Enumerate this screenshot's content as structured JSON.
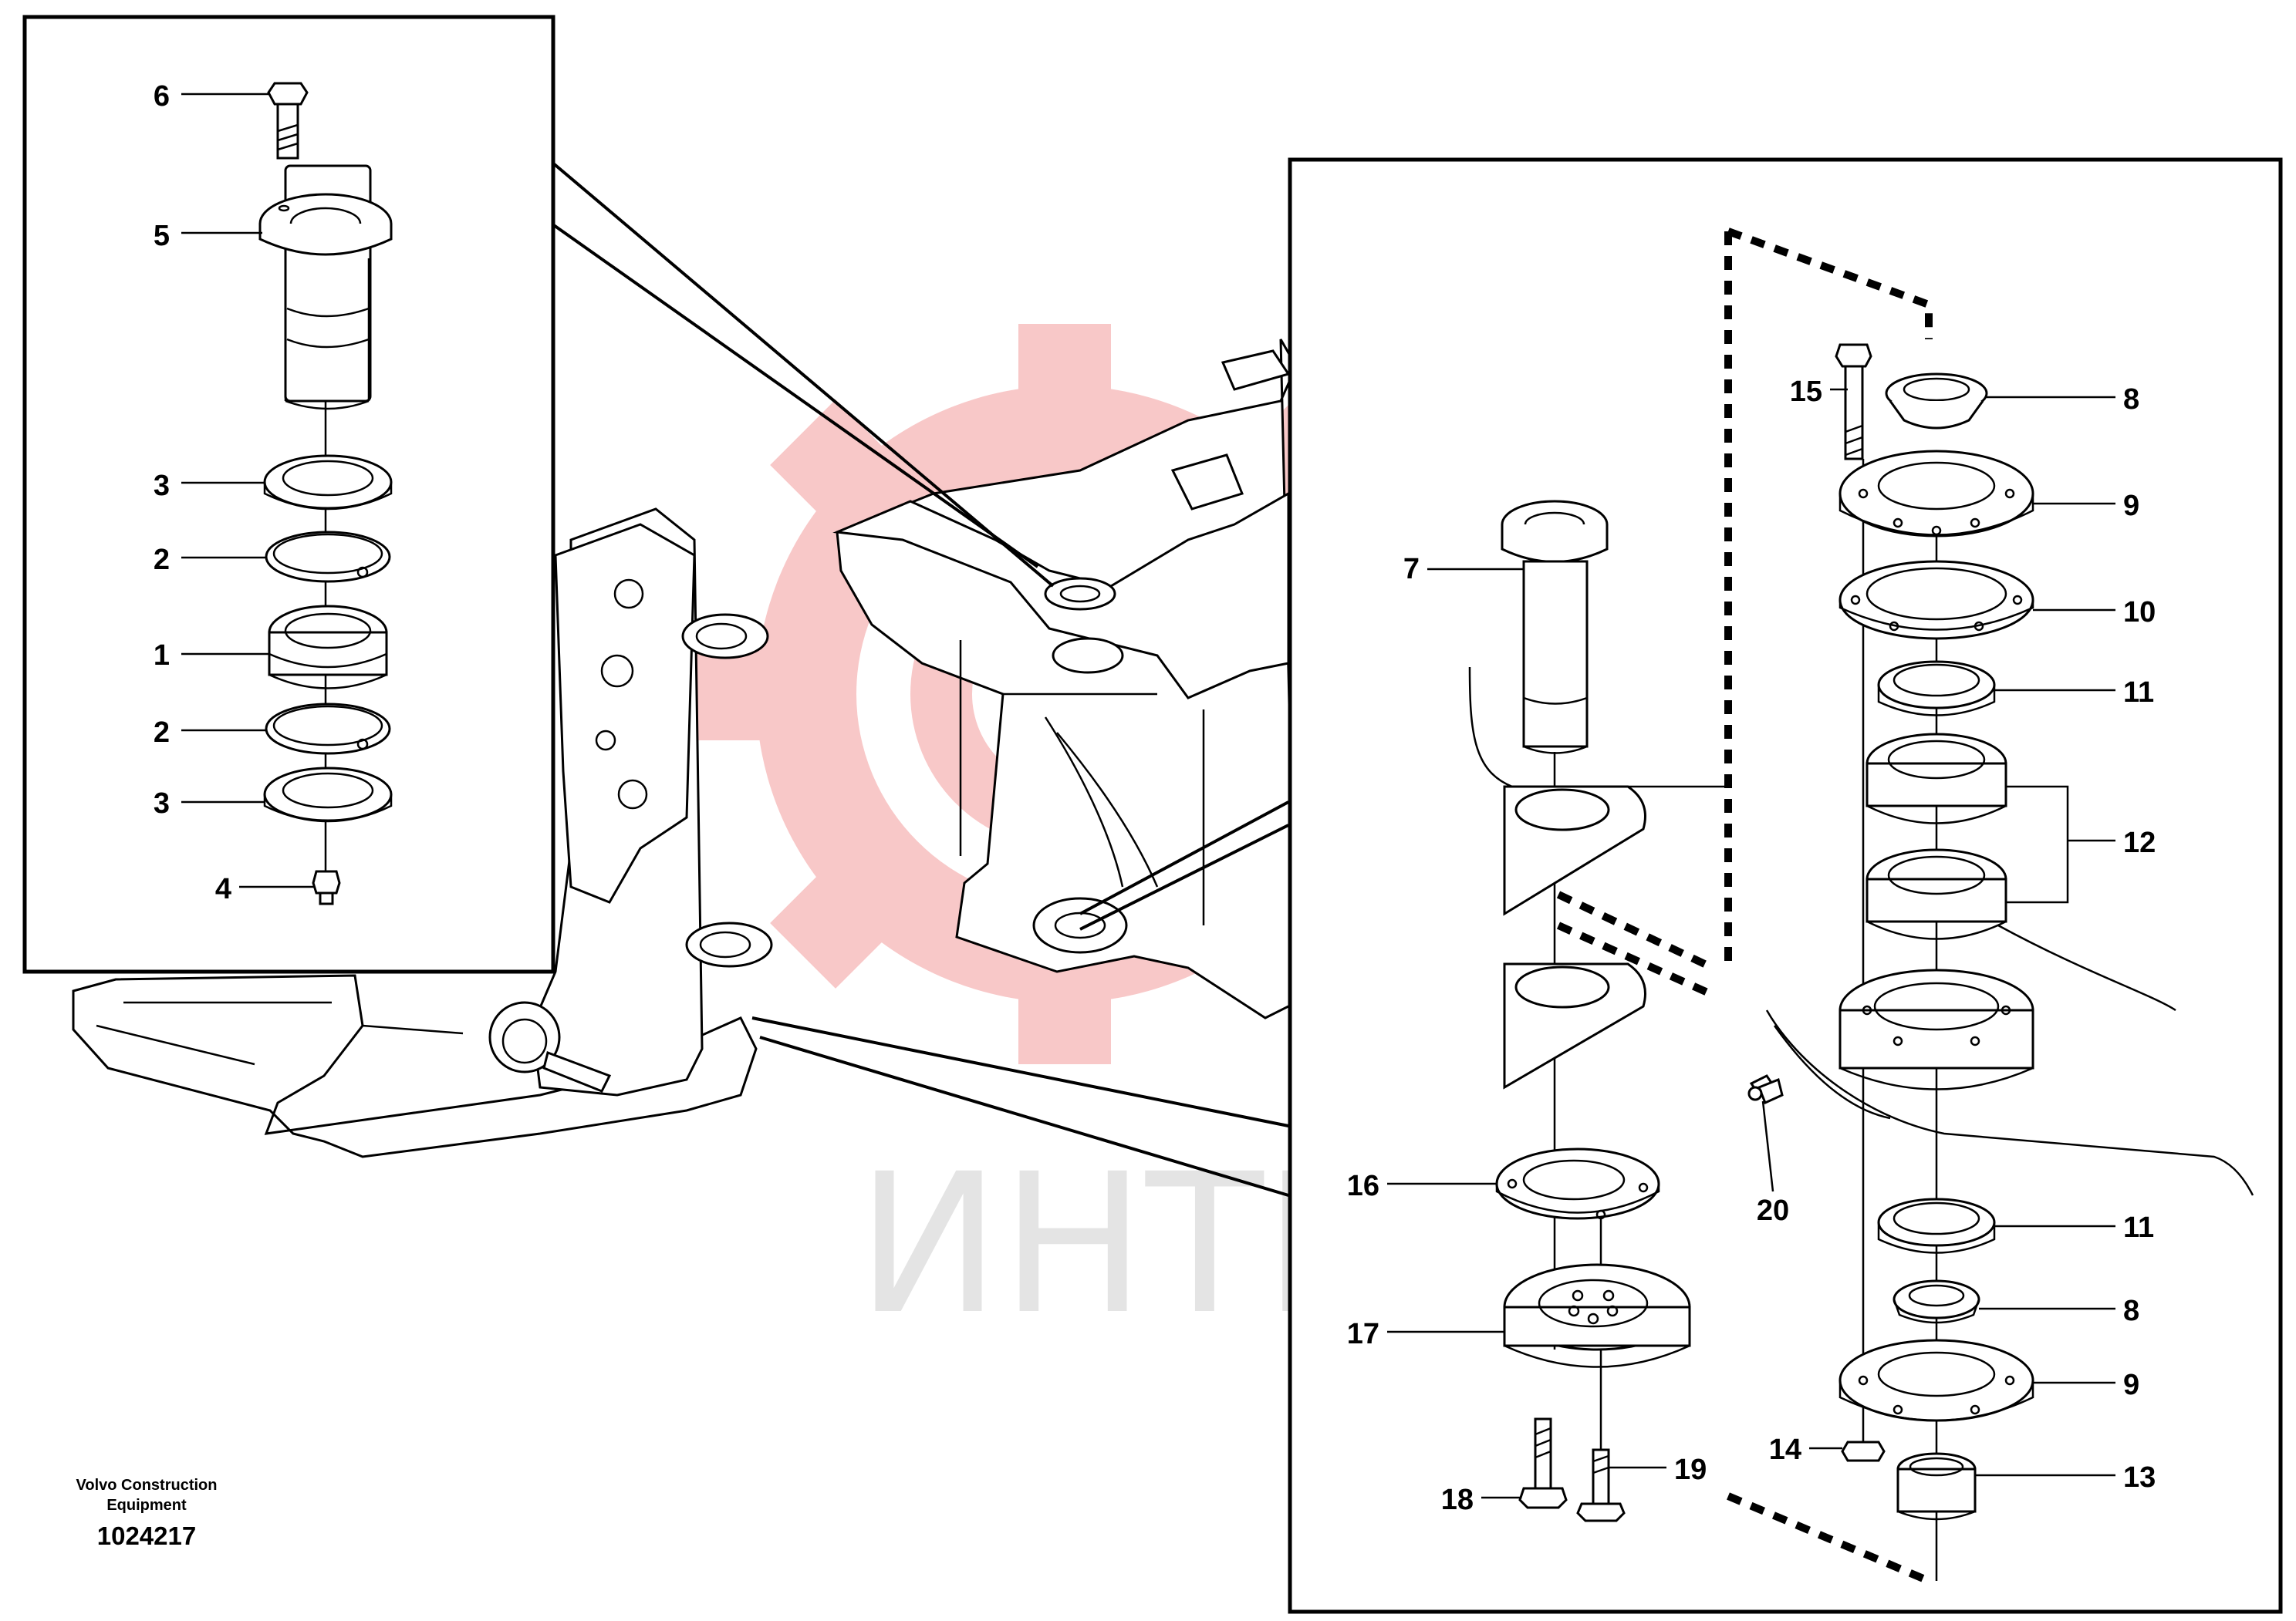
{
  "watermark": {
    "text": "ИНТЕХ",
    "color": "#e63a3a"
  },
  "footer": {
    "company_line1": "Volvo Construction",
    "company_line2": "Equipment",
    "doc_number": "1024217"
  },
  "left_inset_callouts": [
    "6",
    "5",
    "3",
    "2",
    "1",
    "2",
    "3",
    "4"
  ],
  "right_inset_callouts": [
    "15",
    "8",
    "9",
    "7",
    "10",
    "11",
    "12",
    "20",
    "16",
    "11",
    "8",
    "17",
    "9",
    "14",
    "13",
    "18",
    "19"
  ]
}
